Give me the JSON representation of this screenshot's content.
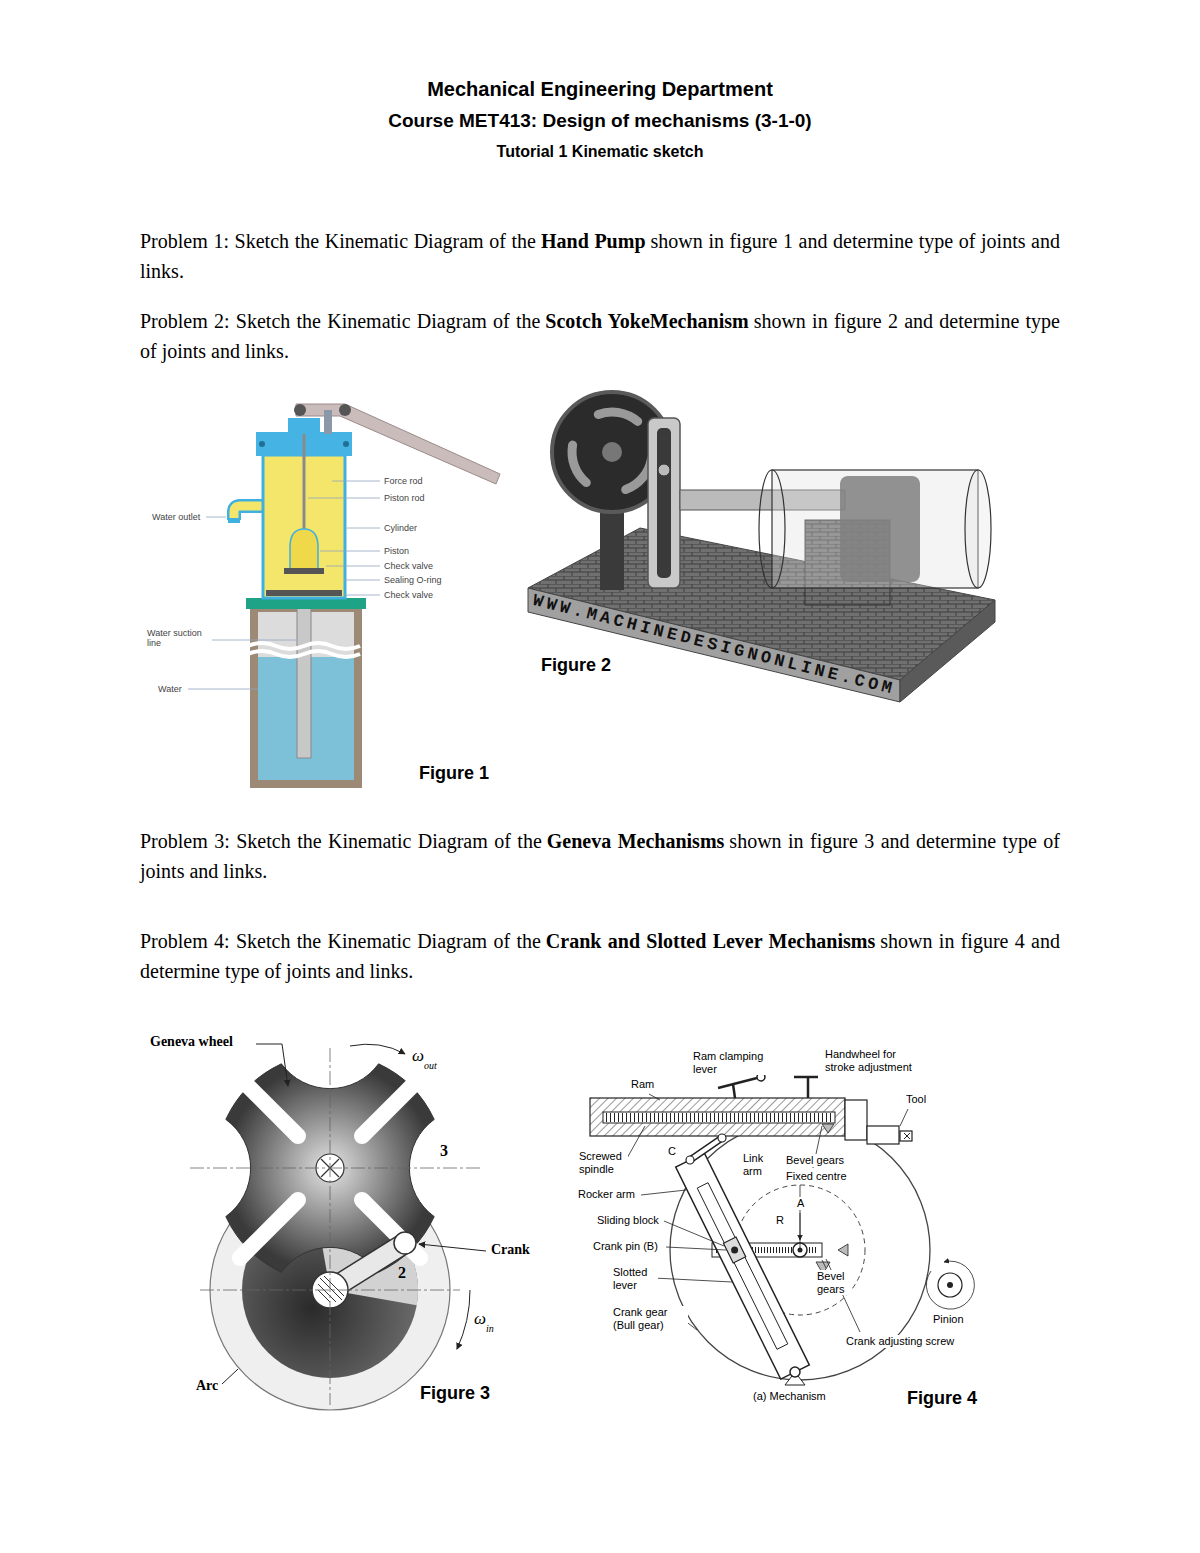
{
  "diagram": {
    "title": "Mechanical Engineering Department",
    "labels": [
      "Course MET413: Design of mechanisms (3-1-0)",
      "Tutorial 1 Kinematic sketch",
      "Problem 1: Sketch the Kinematic Diagram of the",
      "Hand Pump",
      "shown in figure 1 and determine type of joints and links.",
      "Problem 2: Sketch the Kinematic Diagram of the",
      "Scotch YokeMechanism",
      "shown in figure 2 and determine type of joints and links.",
      "Force rod",
      "Piston rod",
      "Water outlet",
      "Cylinder",
      "Piston",
      "Check valve",
      "Sealing O-ring",
      "Check valve",
      "Water suction line",
      "Water",
      "Figure 1",
      "WWW.MACHINEDESIGNONLINE.COM",
      "Figure 2",
      "Problem 3: Sketch the Kinematic Diagram of the",
      "Geneva Mechanisms",
      "shown in figure 3 and determine type of joints and links.",
      "Problem 4: Sketch the Kinematic Diagram of the",
      "Crank and Slotted Lever Mechanisms",
      "shown in figure 4 and determine type of joints and links.",
      "Geneva wheel",
      "ω",
      "out",
      "3",
      "Crank",
      "2",
      "ω",
      "in",
      "Arc",
      "Figure 3",
      "Ram clamping lever",
      "Handwheel for stroke adjustment",
      "Ram",
      "Tool",
      "Screwed spindle",
      "C",
      "Link arm",
      "Bevel gears",
      "Fixed centre",
      "A",
      "Rocker arm",
      "R",
      "Sliding block",
      "Crank pin (B)",
      "Slotted lever",
      "Bevel gears",
      "Crank gear (Bull gear)",
      "Pinion",
      "Crank adjusting screw",
      "(a) Mechanism",
      "Figure 4"
    ]
  }
}
